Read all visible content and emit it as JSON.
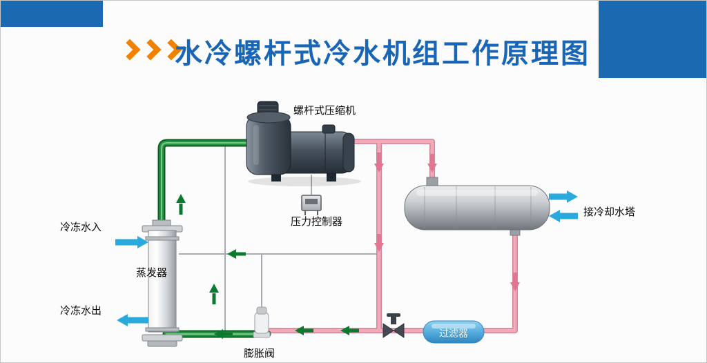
{
  "header": {
    "chevrons_icon": "triple-chevron-right",
    "title": "水冷螺杆式冷水机组工作原理图"
  },
  "diagram": {
    "labels": {
      "compressor": "螺杆式压缩机",
      "pressure_controller": "压力控制器",
      "evaporator": "蒸发器",
      "chilled_water_in": "冷冻水入",
      "chilled_water_out": "冷冻水出",
      "cooling_tower": "接冷却水塔",
      "filter": "过滤器",
      "expansion_valve": "膨胀阀"
    },
    "flows": {
      "refrigerant_suction_color": "#1f8f3a",
      "refrigerant_discharge_color": "#f2aab9",
      "chilled_water_color": "#2aa9dd"
    }
  },
  "colors": {
    "header_blue": "#1b69b1",
    "title_blue": "#1a66b6",
    "chevron_orange": "#f08200",
    "filter_blue": "#57aede"
  }
}
